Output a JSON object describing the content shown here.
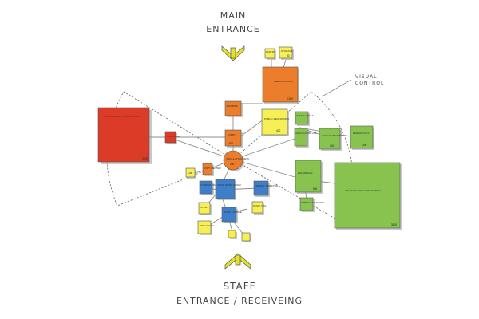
{
  "top_label": {
    "line1": "MAIN",
    "line2": "ENTRANCE"
  },
  "bottom_label": {
    "line1": "STAFF",
    "line2": "ENTRANCE / RECEIVEING"
  },
  "visual_control": {
    "line1": "VISUAL",
    "line2": "CONTROL"
  },
  "colors": {
    "red": "#dc3b27",
    "orange": "#ec7d2a",
    "yellow": "#f6ef55",
    "blue": "#3f7fc9",
    "green": "#88c34f",
    "arrow": "#e3e12a"
  },
  "rooms": {
    "youth_fiction": {
      "label": "YOUTH FICTION / NON-FICTION",
      "area": "2100"
    },
    "youth_small": {
      "label": "YOUTH LAB",
      "area": ""
    },
    "lobby": {
      "label": "LOBBY",
      "area": "1000"
    },
    "exhibits": {
      "label": "EXHIBITS",
      "area": ""
    },
    "meeting_room": {
      "label": "MEETING ROOM",
      "area": "1200"
    },
    "public_restrooms": {
      "label": "PUBLIC RESTROOMS",
      "area": "400"
    },
    "pantry": {
      "label": "PANTRY",
      "area": ""
    },
    "storage": {
      "label": "STORAGE",
      "area": "30"
    },
    "circulation_desk": {
      "label": "CIRCULATION DESK",
      "area": "200"
    },
    "lab": {
      "label": "LAB",
      "area": ""
    },
    "copy_center": {
      "label": "COPY CENTER",
      "area": ""
    },
    "comp_room": {
      "label": "COMP. ROOM",
      "area": ""
    },
    "staff_work_room": {
      "label": "STAFF WORK ROOM",
      "area": ""
    },
    "library_director": {
      "label": "LIBRARY DIRECTOR",
      "area": ""
    },
    "storage_2": {
      "label": "STOR.",
      "area": ""
    },
    "staff_lounge": {
      "label": "STAFF LOUNGE",
      "area": ""
    },
    "staff_toilet": {
      "label": "STAFF TOIL.",
      "area": ""
    },
    "mech_elec": {
      "label": "MECH/ ELEC",
      "area": ""
    },
    "small_a": {
      "label": "",
      "area": ""
    },
    "small_b": {
      "label": "",
      "area": ""
    },
    "young_adult": {
      "label": "YOUNG ADULT",
      "area": ""
    },
    "adult_computer_lab": {
      "label": "ADULT COMP. LAB",
      "area": ""
    },
    "casual_reading": {
      "label": "CASUAL READING",
      "area": "240"
    },
    "periodicals": {
      "label": "PERIODICALS",
      "area": "300"
    },
    "reference": {
      "label": "REFERENCE",
      "area": "500"
    },
    "public_use_phones": {
      "label": "PUBLIC USE PHONE",
      "area": ""
    },
    "adult_fiction": {
      "label": "ADULT FICTION / NON-FICTION",
      "area": "3600"
    }
  }
}
